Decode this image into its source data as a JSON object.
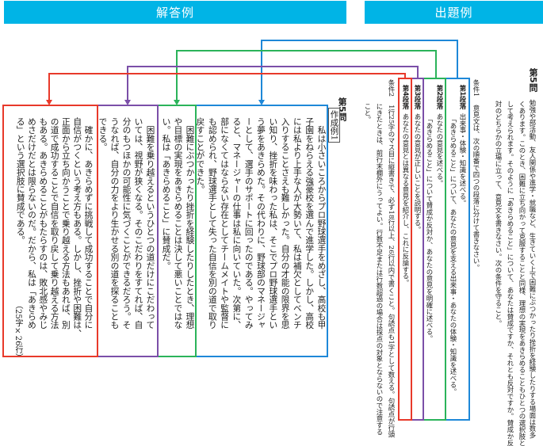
{
  "headers": {
    "answer": "解答例",
    "question": "出題例"
  },
  "colors": {
    "pill": "#00b4e6",
    "p1": "#1e88d8",
    "p2": "#2bb35a",
    "p3": "#7b4fa8",
    "p4": "#e8392a"
  },
  "question": {
    "number": "第5問",
    "intro": [
      "勉強や部活動、友人関係や進学・就職など、生きていく上で困難にぶつかったり挫折を経験したりする場面は数多",
      "くあります。このとき、困難に立ち向かって克服することと同様、理想の実現をあきらめることもひとつの選択肢と",
      "して考えられます。そのように「あきらめること」について、あなたは賛成ですか、それとも反対ですか。賛成か反",
      "対のどちらかの立場に立って、意見文を書きなさい。次の条件を守ること。"
    ],
    "cond1": {
      "label": "条件1",
      "text": "意見文は、次の順番で四つの段落に分けて書きなさい。"
    },
    "paragraphs": [
      {
        "label": "第1段落",
        "text": "出来事・体験・知識を述べる。",
        "detail": "「あきらめること」について、あなたの意見を支える出来事・あなたの体験・知識を述べる。"
      },
      {
        "label": "第2段落",
        "text": "あなたの意見を述べる。",
        "detail": "「あきらめること」について賛成か反対か、あなたの意見を明確に述べる。"
      },
      {
        "label": "第3段落",
        "text": "あなたの意見が正しいことを説明する。"
      },
      {
        "label": "第4段落",
        "text": "あなたの意見とは異なる意見を紹介し、これに反論する。"
      }
    ],
    "cond2": {
      "label": "条件2",
      "lines": [
        "1行25字のマス目に縦書きで、必ず18行以上、26行以内で書くこと。句読点も1字として数える。句読点が行頭",
        "にきたときは、前行末欄外にうってよい。行数不足または行数超過の場合は採点の対象とならないので注意する",
        "こと。"
      ]
    }
  },
  "answer": {
    "number": "第5問",
    "example_label": "作成例1",
    "p1": [
      "　私は小さいころからプロ野球選手をめざし、高校も甲",
      "子園をねらえる強豪校を選んで進学した。しかし、高校",
      "には私より上手な人が大勢いて、私は補欠としてベンチ",
      "入りすることさえも難しかった。自分の才能の限界を思",
      "い知り、挫折を味わった私は、そこでプロ野球選手とい",
      "う夢をあきらめた。その代わりに、野球部のマネージャ",
      "ーとして、選手のサポートに回ったのである。やってみ",
      "ると、マネージャーの仕事は私に向いていた。次第に、",
      "部になくてはならない存在としてチームメイトや監督に",
      "も認められ、野球選手として失った自信を別の道で取り",
      "戻すことができた。"
    ],
    "p2": [
      "　困難にぶつかったり挫折を経験したりしたとき、理想",
      "や目標の実現をあきらめることは決して悪いことではな",
      "い。私は「あきらめること」に賛成だ。"
    ],
    "p3": [
      "　困難を乗り越えるというひとつの道だけにこだわって",
      "いては、視野が狭くなる。そのこだわりをすてれば、自",
      "分のもつほかの可能性に気づくことができるだろう。そ",
      "うなれば、自分の力をより生かせる別の道を探ることも",
      "できる。"
    ],
    "p4": [
      "　確かに、あきらめずに挑戦して成功することで自分に",
      "自信がつくという考え方もある。しかし、挫折や困難は、",
      "正面から立ち向かうことで乗り越える方法もあれば、別",
      "の道で成功することで自信を取り戻して乗り越える方法",
      "もある。あきらめることがもたらすのは、敗北感やみじ",
      "めさだけだとは限らないのだ。だから、私は「あきらめ",
      "る」という選択肢に賛成である。"
    ],
    "note": "（25字×26行）"
  }
}
